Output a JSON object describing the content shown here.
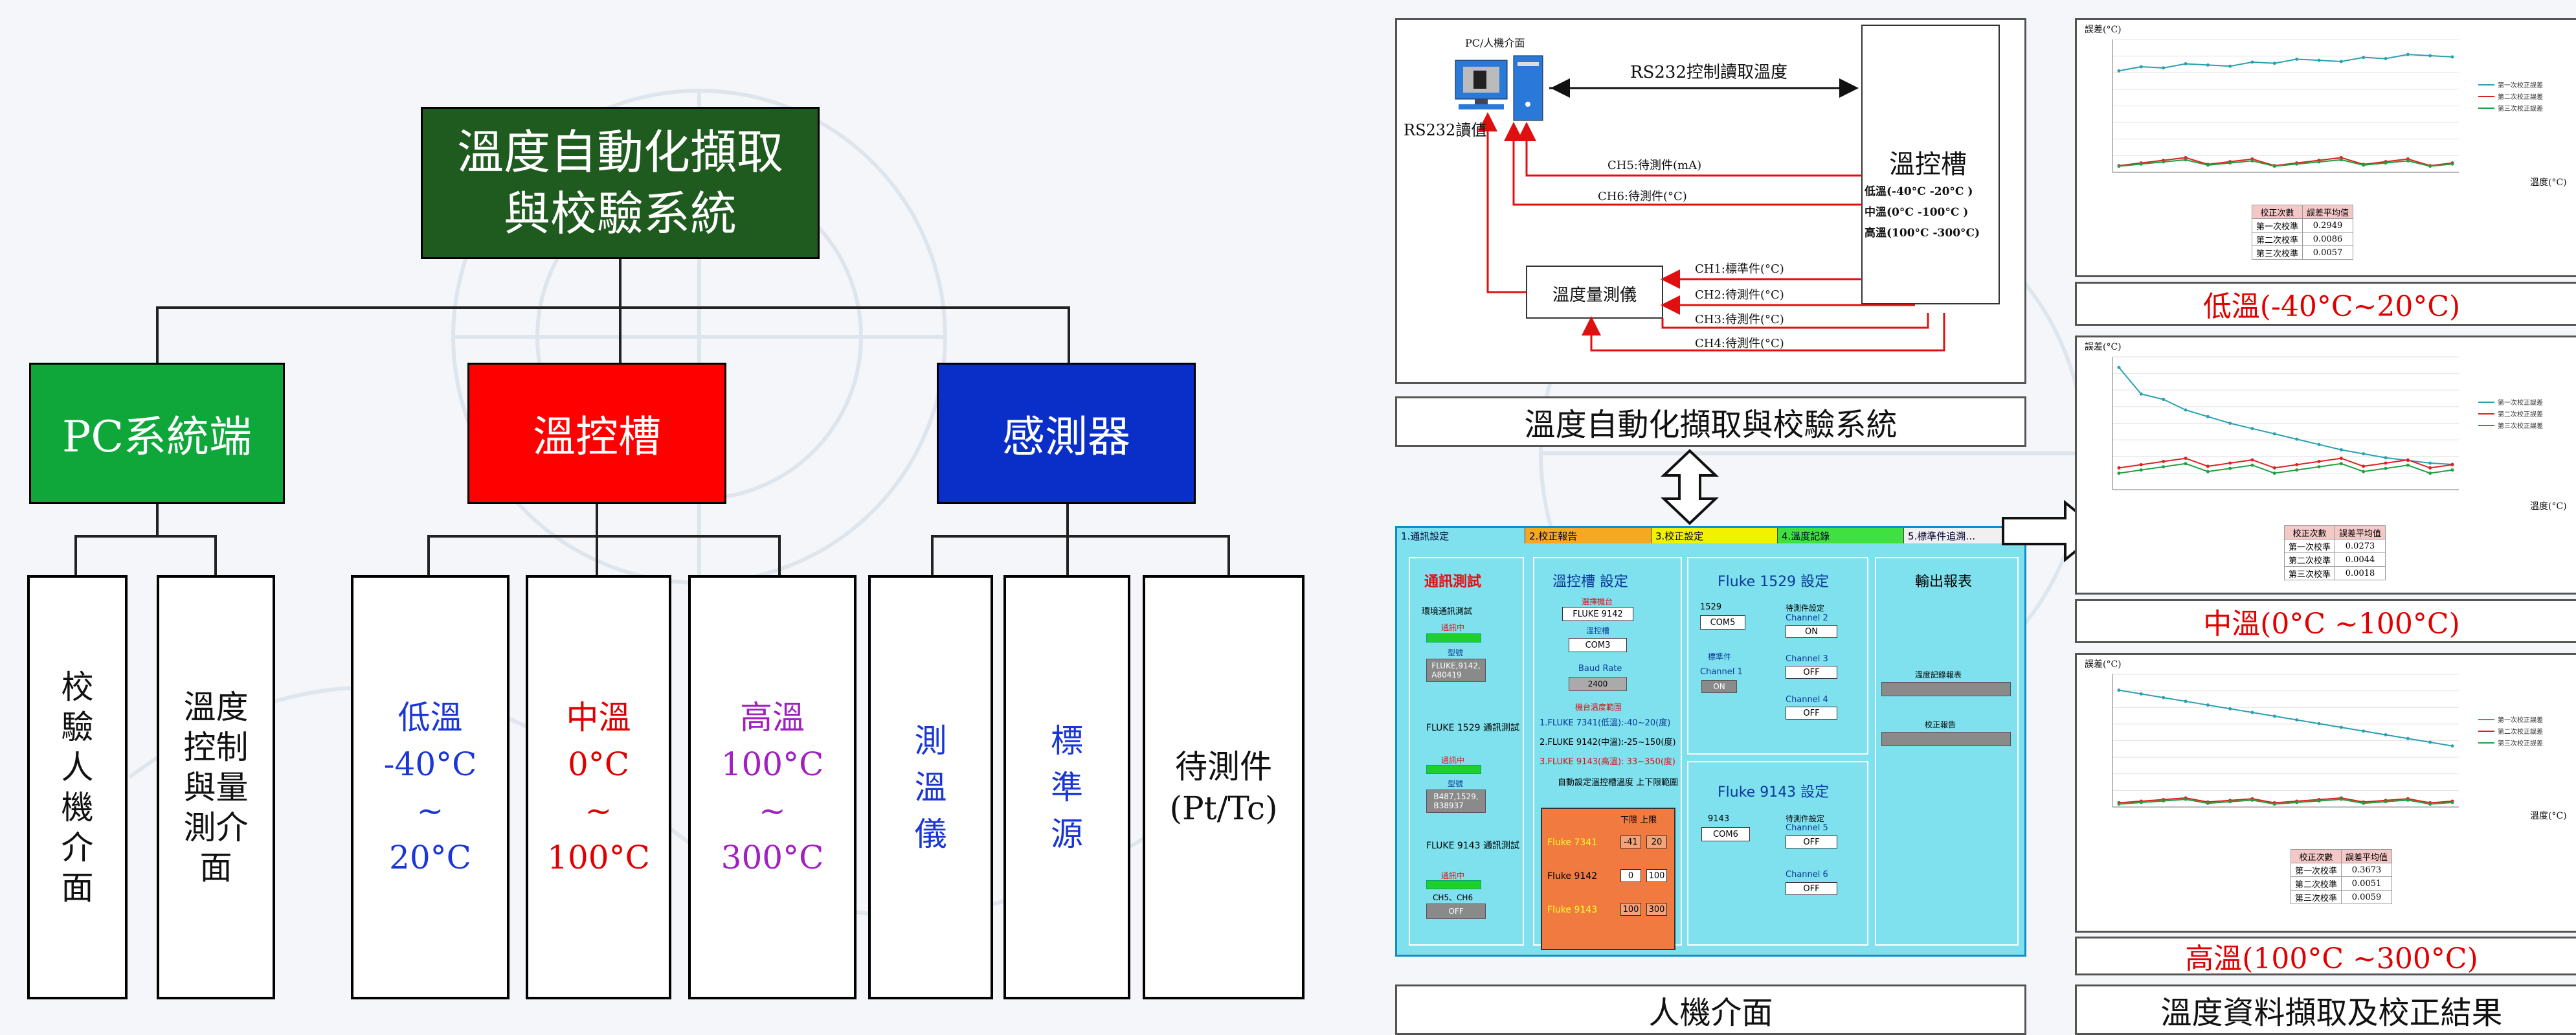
{
  "left": {
    "root": "溫度自動化擷取\n與校驗系統",
    "branches": [
      {
        "label": "PC系統端",
        "color": "#0fa63a",
        "children": [
          {
            "label": "校\n驗\n人\n機\n介\n面",
            "color": "#111"
          },
          {
            "label": "溫度\n控制\n與量\n測介\n面",
            "color": "#111"
          }
        ]
      },
      {
        "label": "溫控槽",
        "color": "#ff0000",
        "children": [
          {
            "label": "低溫\n-40°C\n~\n20°C",
            "color": "#1a36d8"
          },
          {
            "label": "中溫\n0°C\n~\n100°C",
            "color": "#e00000"
          },
          {
            "label": "高溫\n100°C\n~\n300°C",
            "color": "#a020c0"
          }
        ]
      },
      {
        "label": "感測器",
        "color": "#0a2ec8",
        "children": [
          {
            "label": "測\n溫\n儀",
            "color": "#1a36d8"
          },
          {
            "label": "標\n準\n源",
            "color": "#1a36d8"
          },
          {
            "label": "待測件\n(Pt/Tc)",
            "color": "#111"
          }
        ]
      }
    ]
  },
  "schematic": {
    "pc_label": "PC/人機介面",
    "rs232_read_temp": "RS232控制讀取溫度",
    "rs232_read_value": "RS232讀值",
    "bath_title": "溫控槽",
    "bath_low": "低溫(-40°C -20°C )",
    "bath_mid": "中溫(0°C -100°C )",
    "bath_high": "高溫(100°C -300°C)",
    "ch5": "CH5:待測件(mA)",
    "ch6": "CH6:待測件(°C)",
    "meter": "溫度量測儀",
    "ch1": "CH1:標準件(°C)",
    "ch2": "CH2:待測件(°C)",
    "ch3": "CH3:待測件(°C)",
    "ch4": "CH4:待測件(°C)",
    "caption": "溫度自動化擷取與校驗系統"
  },
  "ui": {
    "tabs": [
      "1.通訊設定",
      "2.校正報告",
      "3.校正設定",
      "4.溫度記錄",
      "5.標準件追溯…"
    ],
    "comm_title": "通訊測試",
    "env_test": "環境通訊測試",
    "comm_in": "通訊中",
    "model": "型號",
    "fluke_models": "FLUKE,9142,\nA80419",
    "f1529_test": "FLUKE 1529\n通訊測試",
    "comm_in2": "通訊中",
    "model2": "型號",
    "f1529_sn": "B487,1529,\nB38937",
    "f9143_test": "FLUKE 9143\n通訊測試",
    "comm_in3": "通訊中",
    "ch56": "CH5、CH6",
    "off": "OFF",
    "bath_title": "溫控槽 設定",
    "select_bath": "選擇機台",
    "bath_model": "FLUKE 9142",
    "bath_ctrl": "溫控槽",
    "com3": "COM3",
    "baud": "Baud Rate",
    "baud_val": "2400",
    "range_title": "機台溫度範圍",
    "range1": "1.FLUKE 7341(低溫):-40~20(度)",
    "range2": "2.FLUKE 9142(中溫):-25~150(度)",
    "range3": "3.FLUKE 9143(高溫): 33~350(度)",
    "auto_note": "自動設定溫控槽溫度\n上下限範圍",
    "lim_head": "下限 上限",
    "lim1": "Fluke 7341",
    "lim1_lo": "-41",
    "lim1_hi": "20",
    "lim2": "Fluke 9142",
    "lim2_lo": "0",
    "lim2_hi": "100",
    "lim3": "Fluke 9143",
    "lim3_lo": "100",
    "lim3_hi": "300",
    "f1529_title": "Fluke 1529 設定",
    "f1529": "1529",
    "com5": "COM5",
    "std": "標準件",
    "channel1": "Channel 1",
    "on": "ON",
    "dut_set": "待測件設定",
    "ch2": "Channel 2",
    "ch3": "Channel 3",
    "ch4": "Channel 4",
    "off_v": "OFF",
    "f9143_title": "Fluke 9143 設定",
    "f9143": "9143",
    "com6": "COM6",
    "dut_set2": "待測件設定",
    "ch5": "Channel 5",
    "ch6": "Channel 6",
    "output_title": "輸出報表",
    "temp_report": "溫度記錄報表",
    "cal_report": "校正報告",
    "caption": "人機介面"
  },
  "charts": {
    "low": {
      "ylabel": "誤差(°C)",
      "xlabel": "溫度(°C)",
      "legend": [
        "第一次校正誤差",
        "第二次校正誤差",
        "第三次校正誤差"
      ],
      "table_head": [
        "校正次數",
        "誤差平均值"
      ],
      "rows": [
        [
          "第一次校準",
          "0.2949"
        ],
        [
          "第二次校準",
          "0.0086"
        ],
        [
          "第三次校準",
          "0.0057"
        ]
      ],
      "caption": "低溫(-40°C~20°C)"
    },
    "mid": {
      "ylabel": "誤差(°C)",
      "xlabel": "溫度(°C)",
      "legend": [
        "第一次校正誤差",
        "第二次校正誤差",
        "第三次校正誤差"
      ],
      "table_head": [
        "校正次數",
        "誤差平均值"
      ],
      "rows": [
        [
          "第一次校準",
          "0.0273"
        ],
        [
          "第二次校準",
          "0.0044"
        ],
        [
          "第三次校準",
          "0.0018"
        ]
      ],
      "caption": "中溫(0°C ~100°C)"
    },
    "high": {
      "ylabel": "誤差(°C)",
      "xlabel": "溫度(°C)",
      "legend": [
        "第一次校正誤差",
        "第二次校正誤差",
        "第三次校正誤差"
      ],
      "table_head": [
        "校正次數",
        "誤差平均值"
      ],
      "rows": [
        [
          "第一次校準",
          "0.3673"
        ],
        [
          "第二次校準",
          "0.0051"
        ],
        [
          "第三次校準",
          "0.0059"
        ]
      ],
      "caption": "高溫(100°C ~300°C)"
    },
    "bottom_caption": "溫度資料擷取及校正結果"
  }
}
